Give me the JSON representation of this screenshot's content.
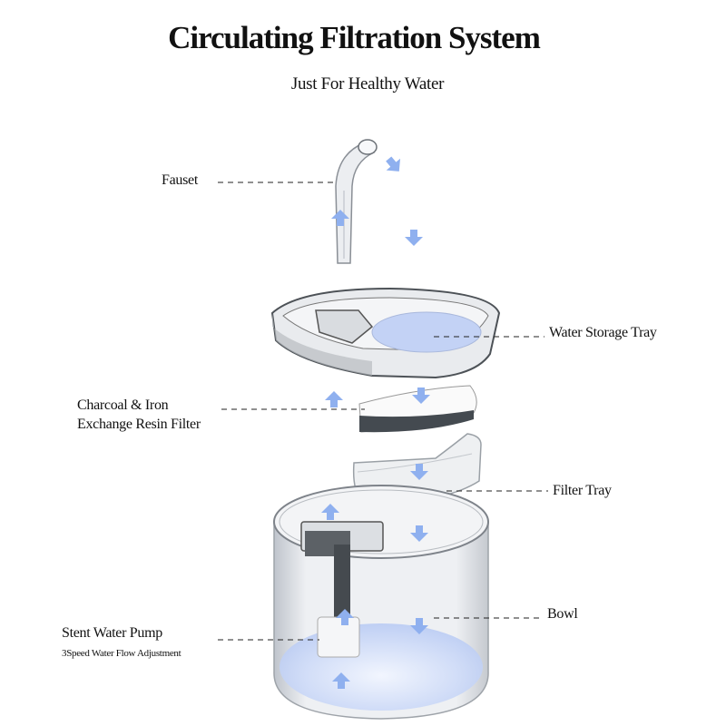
{
  "title": "Circulating Filtration System",
  "subtitle": "Just For Healthy Water",
  "labels": {
    "faucet": "Fauset",
    "water_storage_tray": "Water Storage Tray",
    "filter_line1": "Charcoal & Iron",
    "filter_line2": "Exchange Resin Filter",
    "filter_tray": "Filter Tray",
    "bowl": "Bowl",
    "pump": "Stent Water Pump",
    "pump_note": "3Speed Water Flow Adjustment"
  },
  "colors": {
    "flow_arrow": "#8fb0ef",
    "water": "#c3d2f5",
    "plastic_outline": "#555555"
  },
  "icons": [
    "flow-arrow-icon"
  ]
}
